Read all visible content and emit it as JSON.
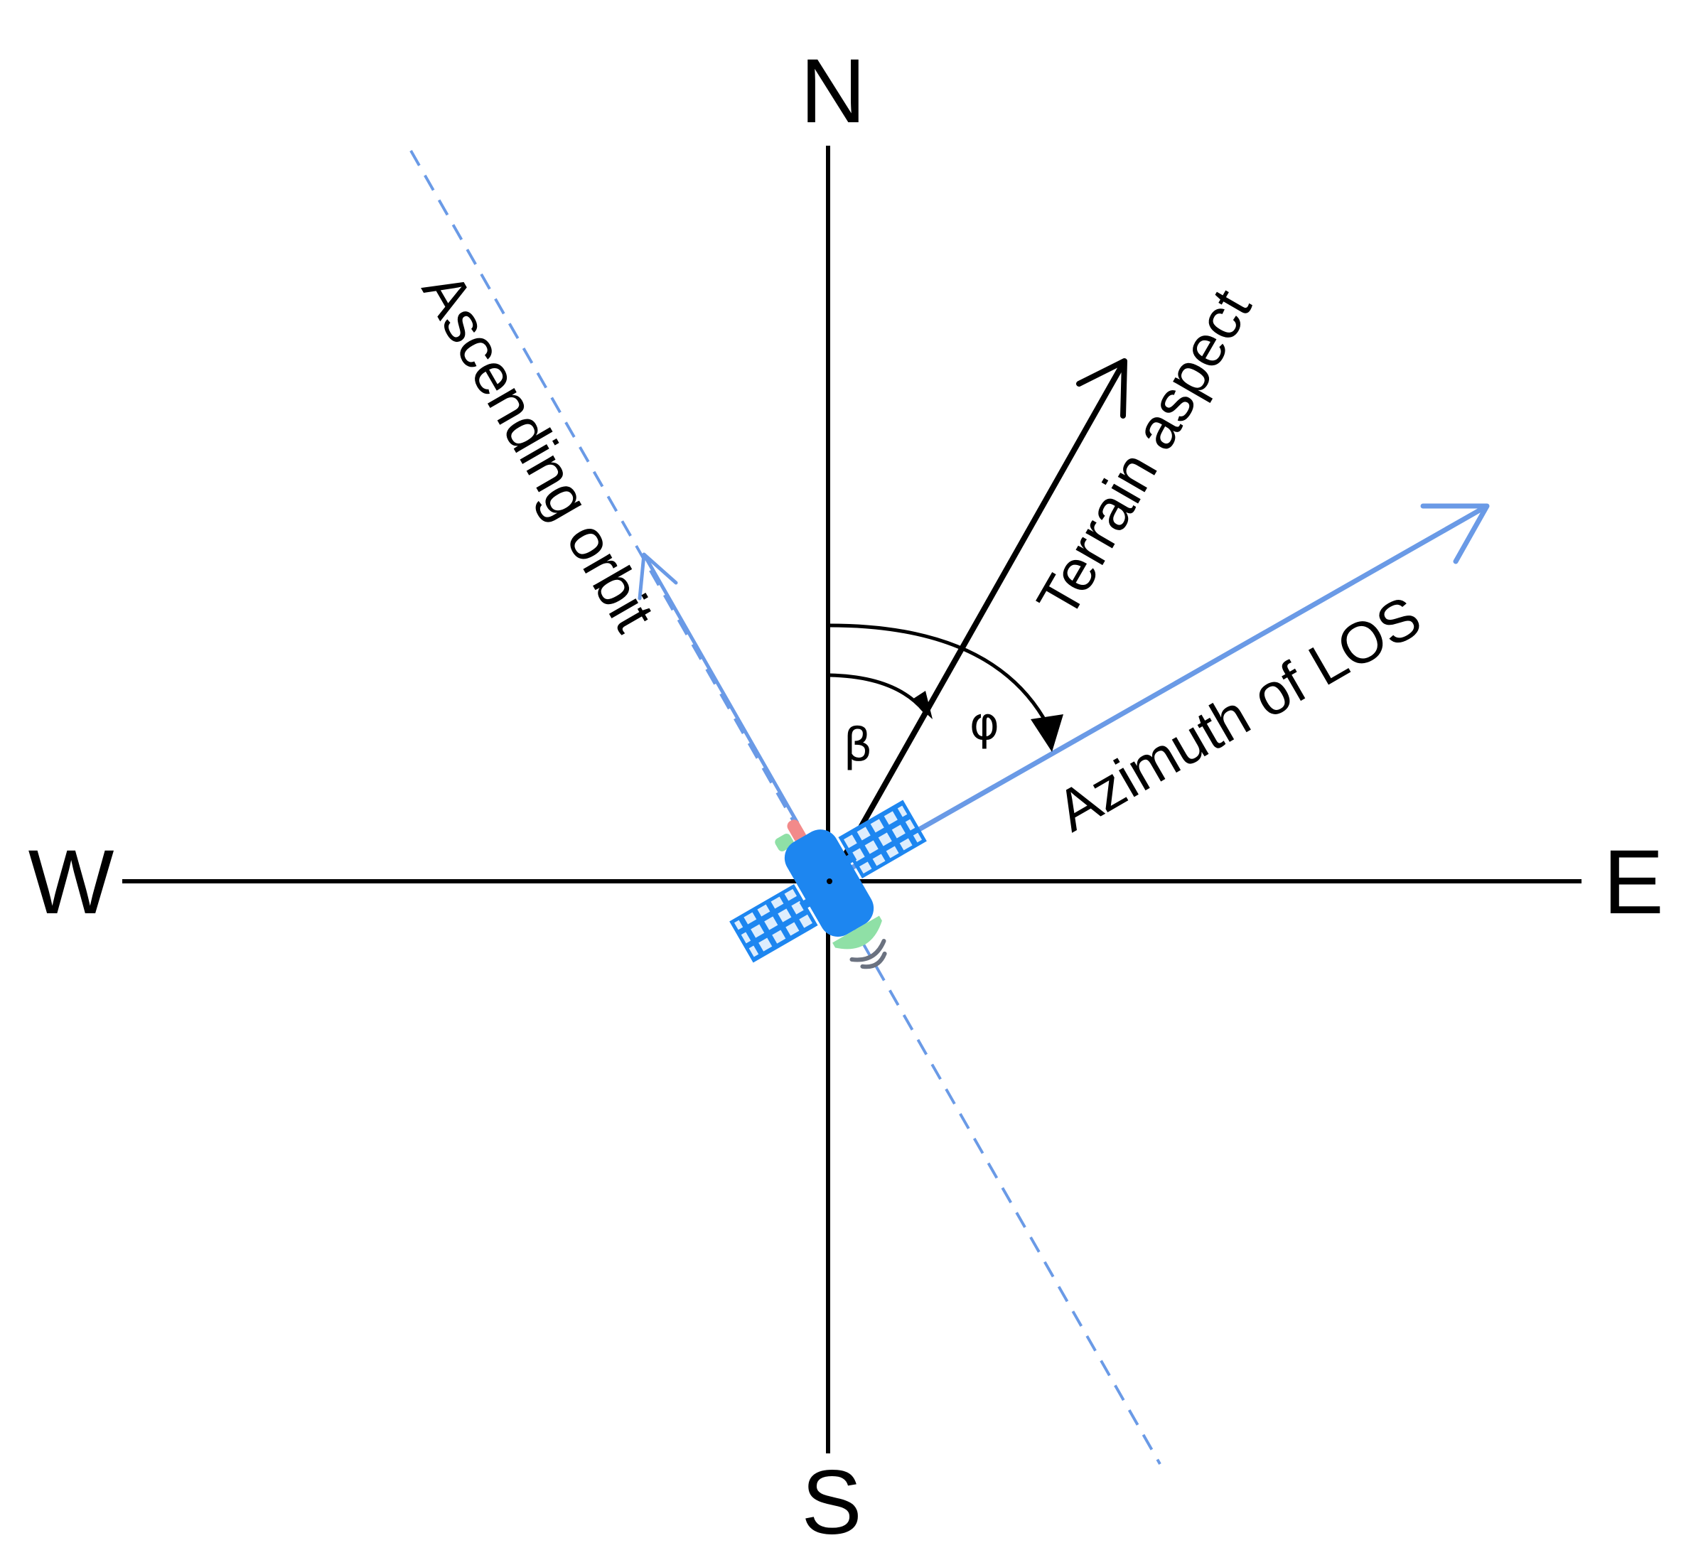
{
  "compass": {
    "north": "N",
    "south": "S",
    "east": "E",
    "west": "W"
  },
  "labels": {
    "ascending_orbit": "Ascending orbit",
    "terrain_aspect": "Terrain aspect",
    "azimuth_los": "Azimuth of LOS",
    "beta": "β",
    "phi": "φ"
  },
  "colors": {
    "axis": "#000000",
    "orbit_blue": "#6a9ae6",
    "satellite_body": "#1d86f0",
    "satellite_panel": "#1d86f0",
    "antenna_green": "#8fe0a6",
    "antenna_red": "#f28a8a"
  },
  "icons": {
    "satellite": "satellite-icon"
  }
}
